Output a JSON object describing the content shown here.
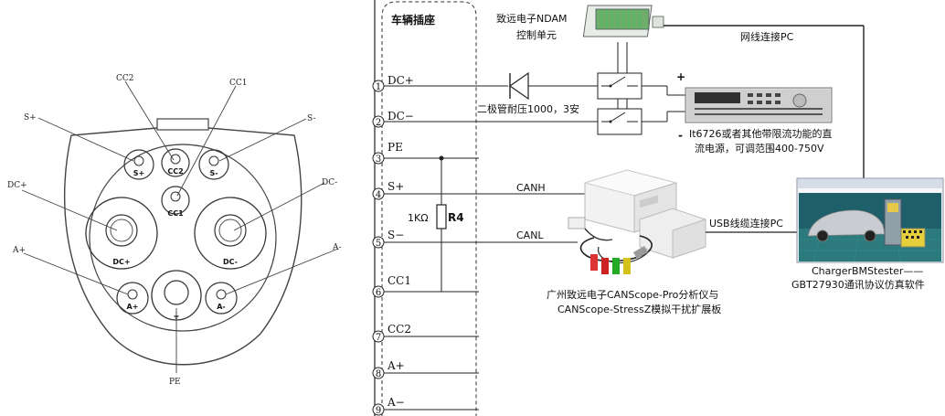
{
  "connector_face": {
    "pins": [
      {
        "label": "S+",
        "pointer": "S+"
      },
      {
        "label": "CC2",
        "pointer": "CC2"
      },
      {
        "label": "S-",
        "pointer": "S-"
      },
      {
        "label": "CC1",
        "pointer": "CC1"
      },
      {
        "label": "DC+",
        "pointer": "DC+"
      },
      {
        "label": "DC-",
        "pointer": "DC-"
      },
      {
        "label": "A+",
        "pointer": "A+"
      },
      {
        "label": "A-",
        "pointer": "A-"
      },
      {
        "label": "⏚",
        "pointer": "PE"
      }
    ]
  },
  "socket": {
    "title": "车辆插座",
    "terminals": [
      {
        "num": "1",
        "name": "DC+"
      },
      {
        "num": "2",
        "name": "DC−"
      },
      {
        "num": "3",
        "name": "PE"
      },
      {
        "num": "4",
        "name": "S+"
      },
      {
        "num": "5",
        "name": "S−"
      },
      {
        "num": "6",
        "name": "CC1"
      },
      {
        "num": "7",
        "name": "CC2"
      },
      {
        "num": "8",
        "name": "A+"
      },
      {
        "num": "9",
        "name": "A−"
      }
    ],
    "resistor_value": "1KΩ",
    "resistor_name": "R4"
  },
  "wiring": {
    "canh": "CANH",
    "canl": "CANL",
    "diode_note": "二极管耐压1000，3安",
    "plus_sign": "+",
    "minus_sign": "-"
  },
  "devices": {
    "ndam_line1": "致远电子NDAM",
    "ndam_line2": "控制单元",
    "ethernet": "网线连接PC",
    "power_line1": "It6726或者其他带限流功能的直",
    "power_line2": "流电源，可调范围400-750V",
    "usb": "USB线缆连接PC",
    "canscope_line1": "广州致远电子CANScope-Pro分析仪与",
    "canscope_line2": "CANScope-StressZ模拟干扰扩展板",
    "software_line1": "ChargerBMStester——",
    "software_line2": "GBT27930通讯协议仿真软件"
  }
}
